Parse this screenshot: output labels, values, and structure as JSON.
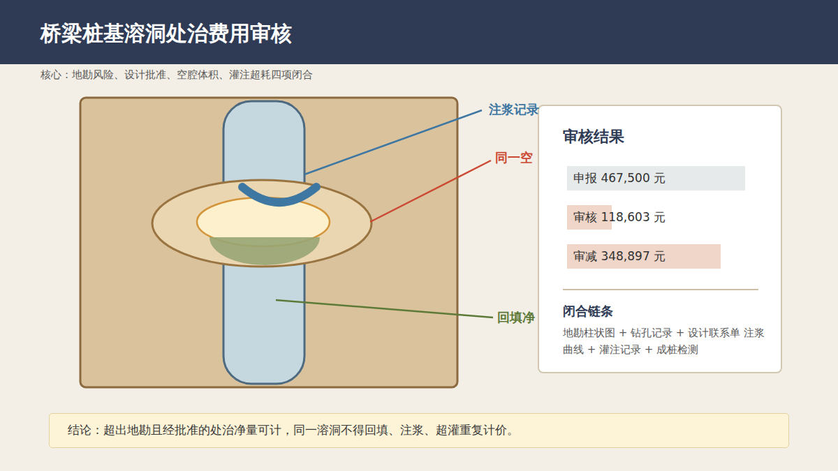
{
  "diagram": {
    "title": "桥梁桩基溶洞处治费用审核",
    "nodes": [
      {
        "text": [
          "审核结果",
          "闭合链条",
          "地勘柱状图 + 钻孔记录 + 设计联系单 注浆曲线 + 灌注记录 + 成桩检测"
        ]
      },
      {
        "text": [
          "申报 467,500 元"
        ],
        "in": 0
      },
      {
        "text": [
          "审核 118,603 元"
        ],
        "in": 0
      },
      {
        "text": [
          "审减 348,897 元"
        ],
        "in": 0
      },
      {
        "text": [
          "结论：超出地勘且经批准的处治净量可计，同一溶洞不得回填、注浆、超灌重复计价。"
        ]
      }
    ],
    "labels": [
      "核心：地勘风险、设计批准、空腔体积、灌注超耗四项闭合",
      "注浆记录",
      "同一空",
      "回填净"
    ]
  }
}
